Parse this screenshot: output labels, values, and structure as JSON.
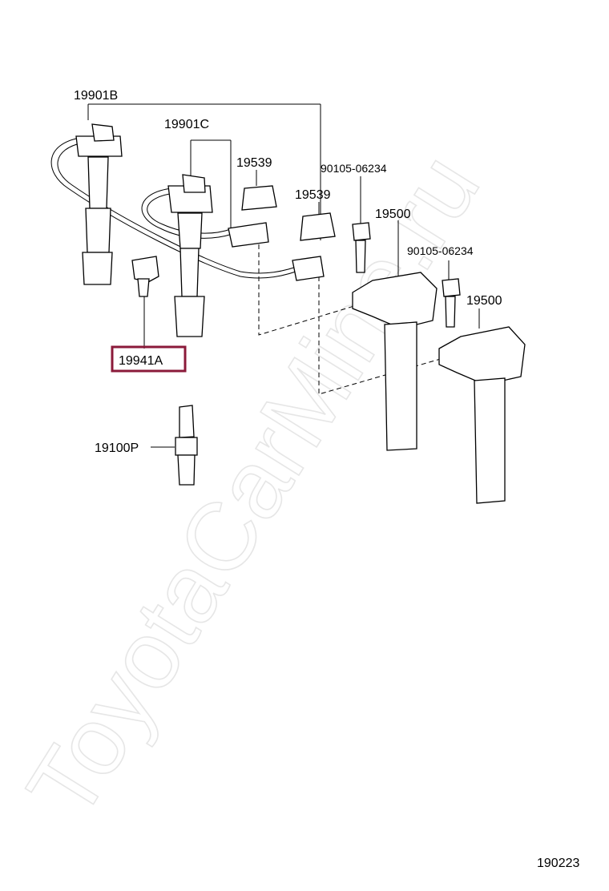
{
  "watermark": "ToyotaCarMine.ru",
  "labels": {
    "cord_b": "19901B",
    "cord_c": "19901C",
    "cap_1": "19539",
    "cap_2": "19539",
    "bolt_1": "90105-06234",
    "bolt_2": "90105-06234",
    "coil_1": "19500",
    "coil_2": "19500",
    "clamp": "19941A",
    "spark_plug": "19100P"
  },
  "highlight": {
    "label": "19941A",
    "color": "#8b1a3a"
  },
  "diagram_number": "190223"
}
